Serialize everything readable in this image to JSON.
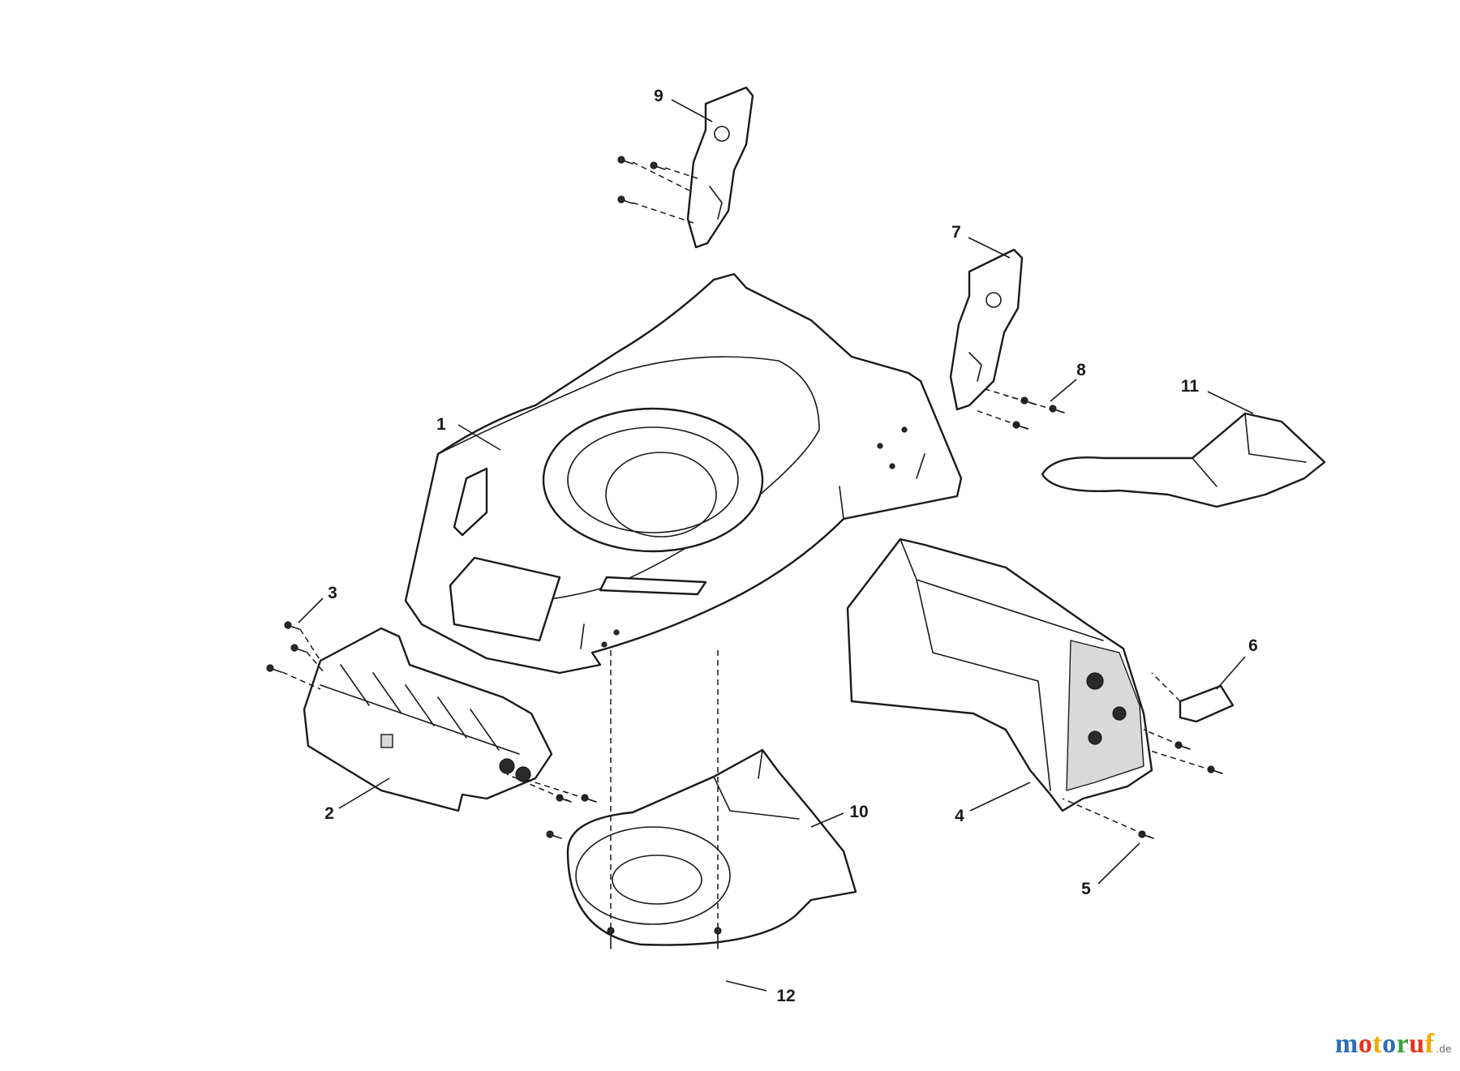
{
  "callouts": [
    "1",
    "2",
    "3",
    "4",
    "5",
    "6",
    "7",
    "8",
    "9",
    "10",
    "11",
    "12"
  ],
  "watermark": {
    "letters": [
      "m",
      "o",
      "t",
      "o",
      "r",
      "u",
      "f"
    ],
    "suffix": ".de",
    "colors": [
      "#2e6db4",
      "#e5361d",
      "#f2a900",
      "#2e6db4",
      "#3a9d3a",
      "#e5361d",
      "#f2a900"
    ]
  }
}
